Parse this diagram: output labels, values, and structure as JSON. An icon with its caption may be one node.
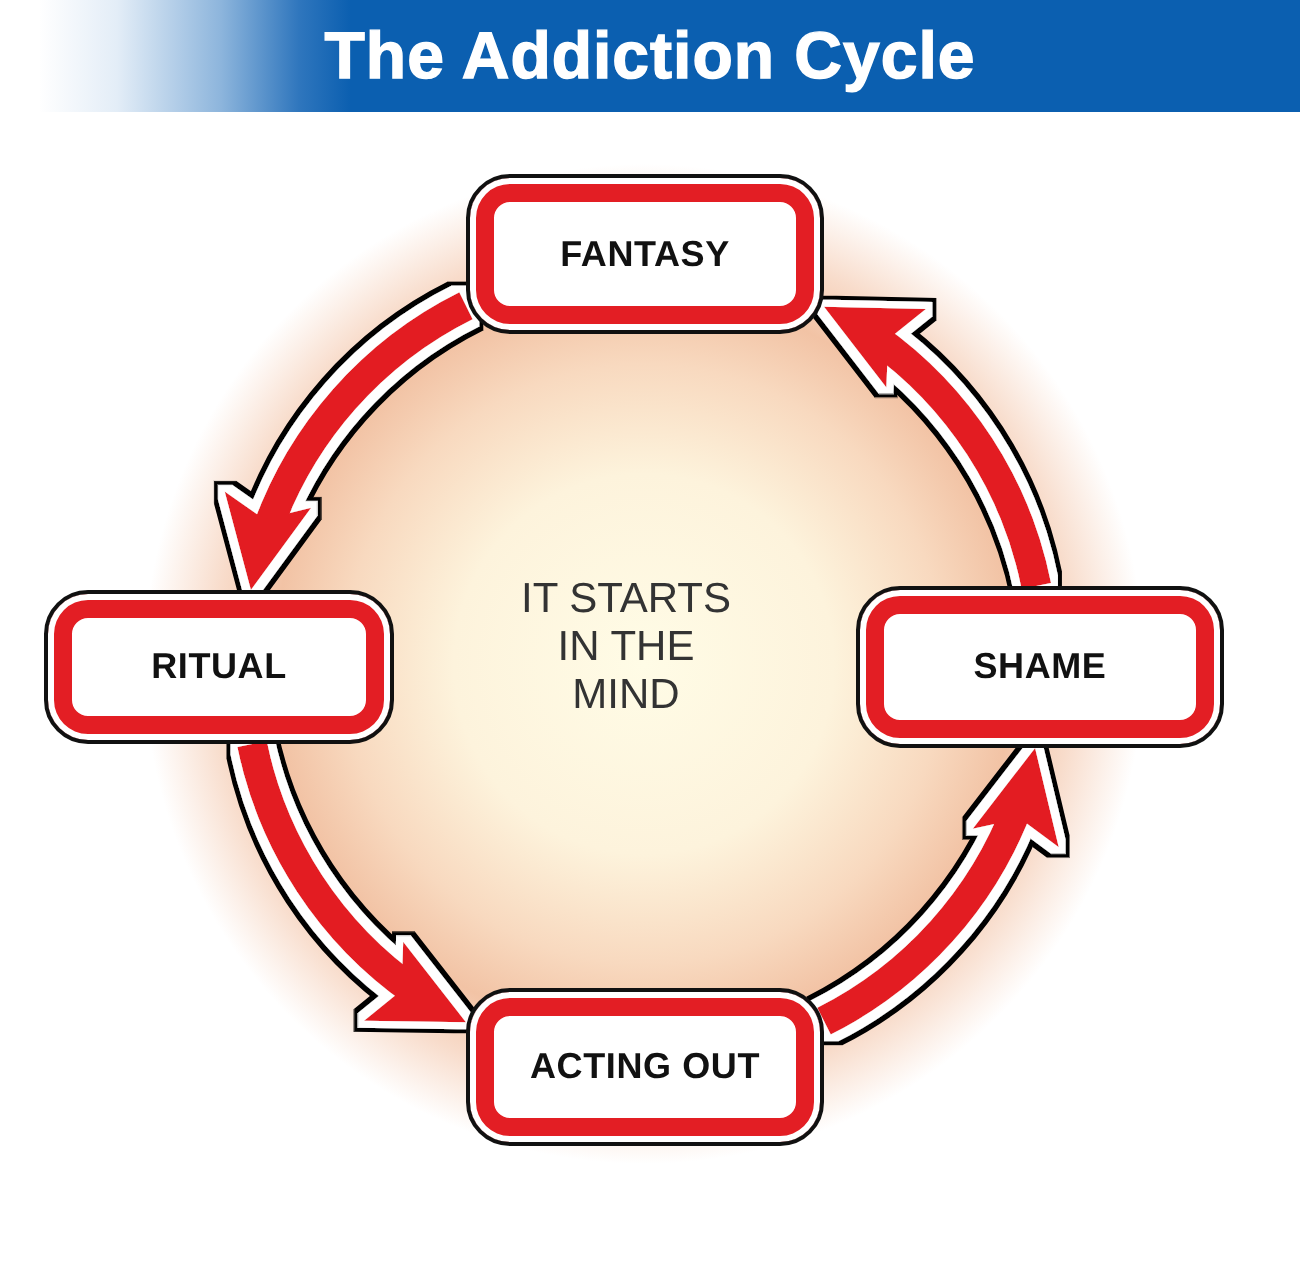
{
  "diagram": {
    "title": "The Addiction Cycle",
    "nodes": [
      {
        "text": [
          "FANTASY"
        ]
      },
      {
        "text": [
          "RITUAL"
        ]
      },
      {
        "text": [
          "SHAME"
        ]
      },
      {
        "text": [
          "ACTING OUT"
        ]
      }
    ],
    "edges": [
      {
        "from": 0,
        "to": 1,
        "arrow": "to"
      },
      {
        "from": 1,
        "to": 3,
        "arrow": "to"
      },
      {
        "from": 3,
        "to": 2,
        "arrow": "to"
      },
      {
        "from": 2,
        "to": 0,
        "arrow": "to"
      }
    ],
    "labels": [
      "IT STARTS IN THE MIND"
    ]
  }
}
